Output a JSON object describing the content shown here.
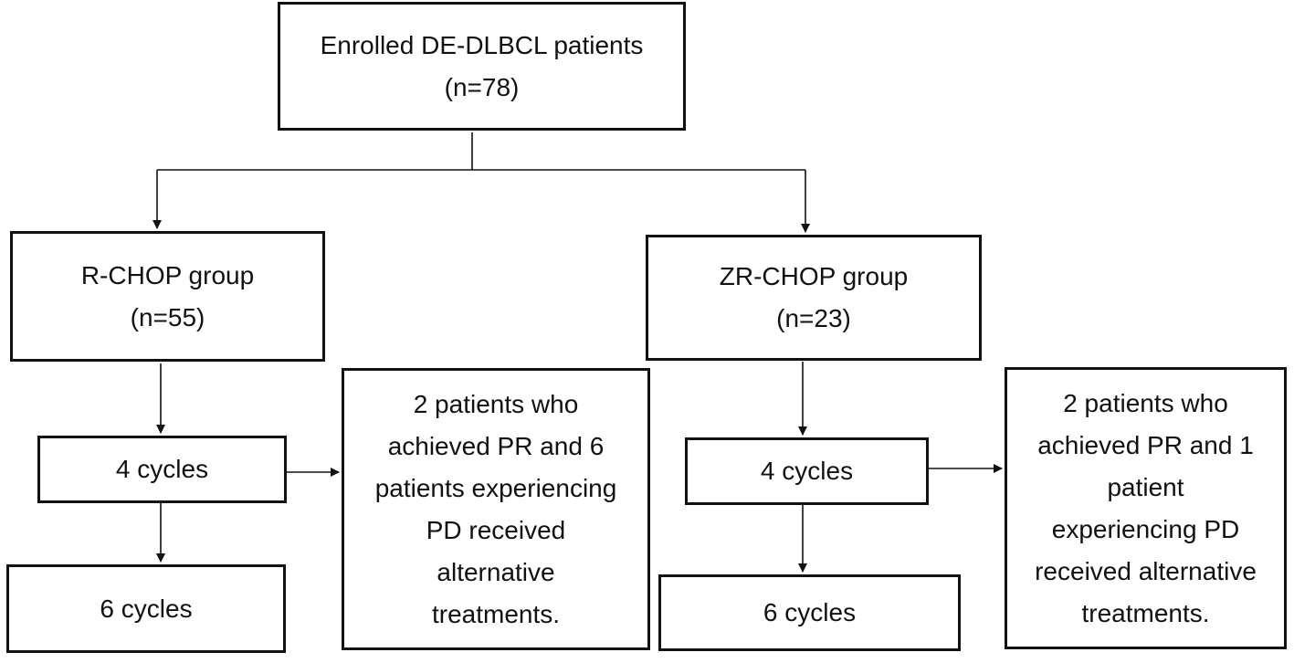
{
  "enrolled": {
    "line1": "Enrolled DE-DLBCL patients",
    "line2": "(n=78)"
  },
  "rchop": {
    "group": {
      "line1": "R-CHOP group",
      "line2": "(n=55)"
    },
    "cycles4": "4 cycles",
    "cycles6": "6 cycles",
    "note": [
      "2 patients who",
      "achieved PR and 6",
      "patients experiencing",
      "PD received",
      "alternative",
      "treatments."
    ]
  },
  "zrchop": {
    "group": {
      "line1": "ZR-CHOP group",
      "line2": "(n=23)"
    },
    "cycles4": "4 cycles",
    "cycles6": "6 cycles",
    "note": [
      "2 patients who",
      "achieved PR and 1",
      "patient",
      "experiencing PD",
      "received alternative",
      "treatments."
    ]
  }
}
